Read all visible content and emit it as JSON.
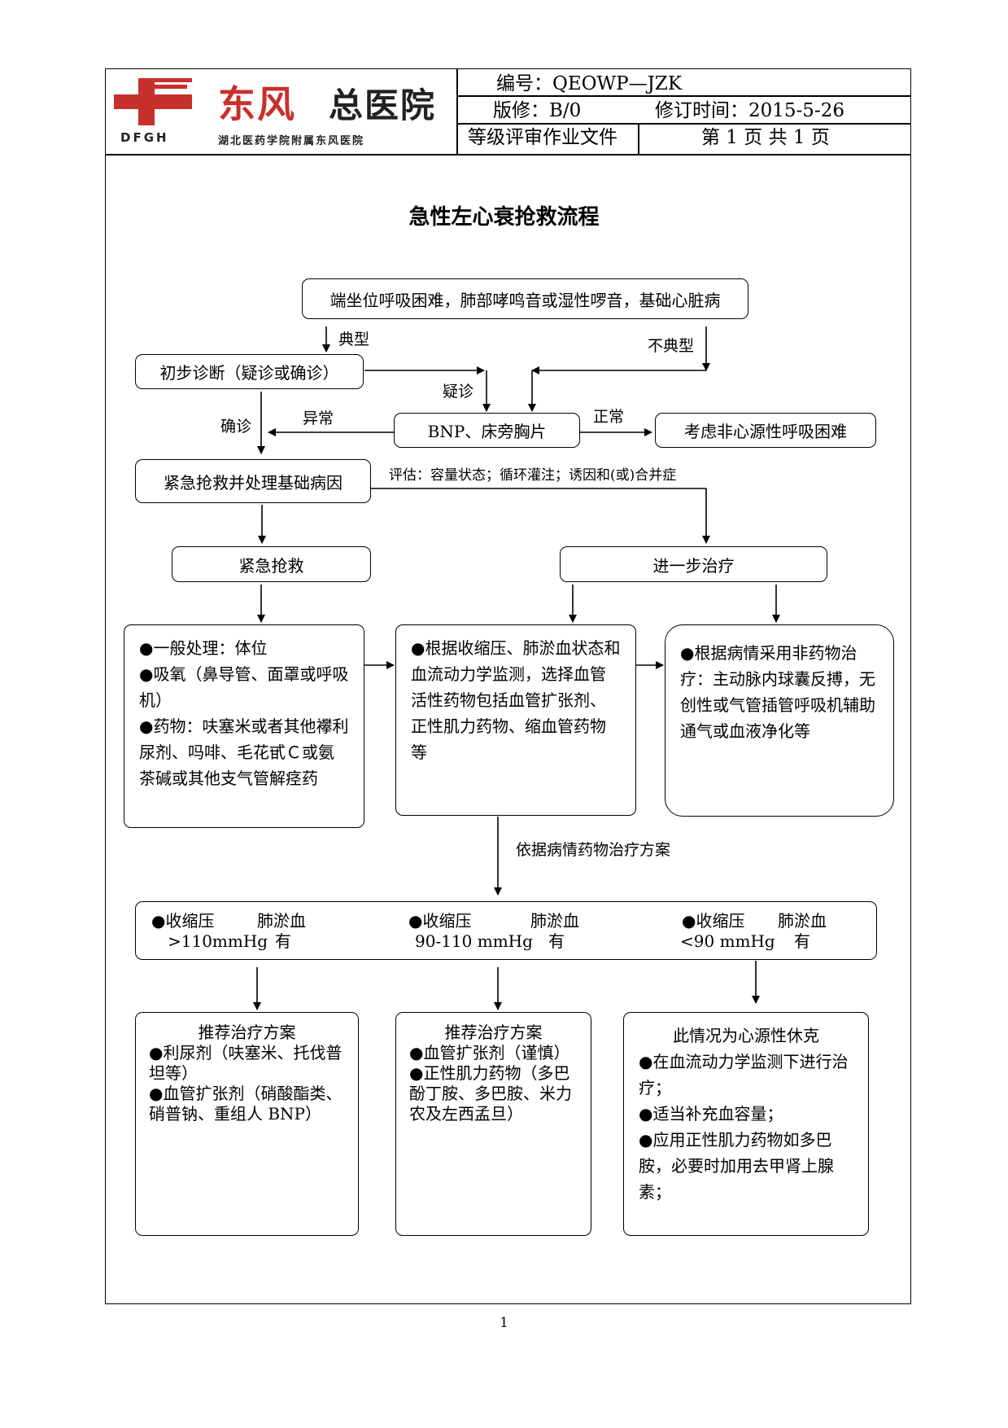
{
  "header": {
    "logo_cn": "东风",
    "logo_cn2": "总医院",
    "logo_sub": "湖北医药学院附属东风医院",
    "logo_mark": "DFGH",
    "doc_number": "编号：QEOWP—JZK",
    "revision": "版修：B/0",
    "revised_date": "修订时间：2015-5-26",
    "doc_type": "等级评审作业文件",
    "page_info": "第 1 页 共 1 页",
    "brand_red": "#c8302d"
  },
  "title": "急性左心衰抢救流程",
  "flow": {
    "top_symptoms": "端坐位呼吸困难，肺部哮鸣音或湿性啰音，基础心脏病",
    "typical": "典型",
    "atypical": "不典型",
    "initial_dx": "初步诊断（疑诊或确诊）",
    "suspected": "疑诊",
    "abnormal": "异常",
    "normal": "正常",
    "confirmed": "确诊",
    "bnp": "BNP、床旁胸片",
    "non_cardiac": "考虑非心源性呼吸困难",
    "emergency_treat": "紧急抢救并处理基础病因",
    "assessment": "评估：容量状态；循环灌注；诱因和(或)合并症",
    "emergency": "紧急抢救",
    "further": "进一步治疗",
    "box_general": [
      "●一般处理：体位",
      "●吸氧（鼻导管、面罩或呼吸机）",
      "●药物：呋塞米或者其他襻利尿剂、吗啡、毛花甙Ｃ或氨茶碱或其他支气管解痉药"
    ],
    "box_vasoactive": "●根据收缩压、肺淤血状态和血流动力学监测，选择血管活性药物包括血管扩张剂、正性肌力药物、缩血管药物等",
    "box_nondrug": "●根据病情采用非药物治疗：主动脉内球囊反搏，无创性或气管插管呼吸机辅助通气或血液净化等",
    "by_condition": "依据病情药物治疗方案",
    "cond": [
      {
        "sbp_label": "●收缩压",
        "sbp_value": ">110mmHg",
        "pc_label": "肺淤血",
        "pc_value": "有"
      },
      {
        "sbp_label": "●收缩压",
        "sbp_value": "90-110 mmHg",
        "pc_label": "肺淤血",
        "pc_value": "有"
      },
      {
        "sbp_label": "●收缩压",
        "sbp_value": "<90 mmHg",
        "pc_label": "肺淤血",
        "pc_value": "有"
      }
    ],
    "plan1": {
      "title": "推荐治疗方案",
      "items": [
        "●利尿剂（呋塞米、托伐普坦等）",
        "●血管扩张剂（硝酸酯类、硝普钠、重组人 BNP）"
      ]
    },
    "plan2": {
      "title": "推荐治疗方案",
      "items": [
        "●血管扩张剂（谨慎）",
        "●正性肌力药物（多巴酚丁胺、多巴胺、米力农及左西孟旦）"
      ]
    },
    "plan3": {
      "title": "此情况为心源性休克",
      "items": [
        "●在血流动力学监测下进行治疗；",
        "●适当补充血容量；",
        "●应用正性肌力药物如多巴胺，必要时加用去甲肾上腺素；"
      ]
    }
  },
  "page_number": "1"
}
